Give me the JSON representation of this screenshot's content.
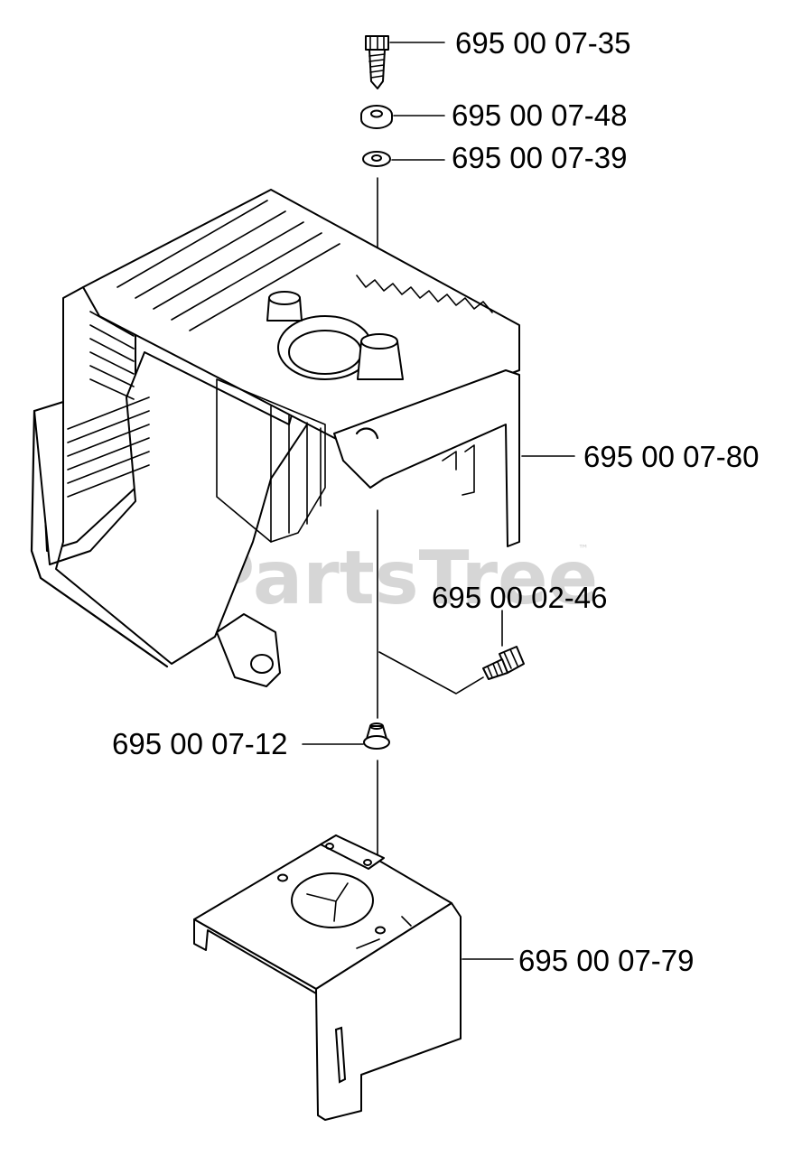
{
  "watermark": {
    "text": "PartsTree",
    "trademark": "™"
  },
  "parts": [
    {
      "id": "screw-top",
      "number": "695 00 07-35"
    },
    {
      "id": "washer-upper",
      "number": "695 00 07-48"
    },
    {
      "id": "washer-lower",
      "number": "695 00 07-39"
    },
    {
      "id": "cylinder-cover",
      "number": "695 00 07-80"
    },
    {
      "id": "screw-side",
      "number": "695 00 02-46"
    },
    {
      "id": "grommet",
      "number": "695 00 07-12"
    },
    {
      "id": "bracket",
      "number": "695 00 07-79"
    }
  ]
}
